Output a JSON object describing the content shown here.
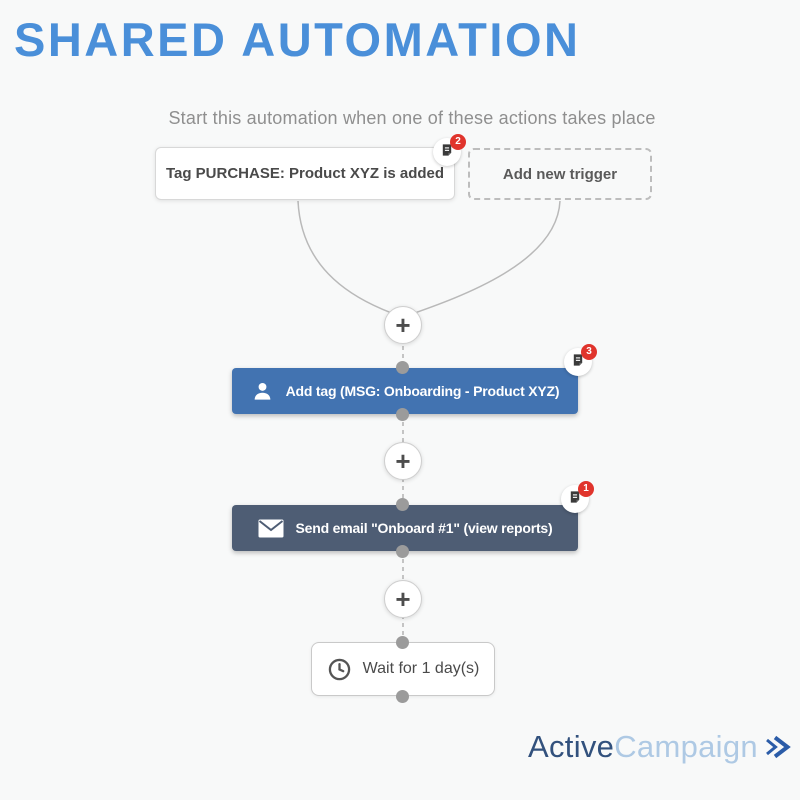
{
  "page": {
    "title": "SHARED AUTOMATION"
  },
  "flow": {
    "subtitle": "Start this automation when one of these actions takes place",
    "plus_label": "+",
    "triggers": [
      {
        "label": "Tag PURCHASE: Product XYZ is added",
        "badge_count": "2",
        "style": "solid"
      },
      {
        "label": "Add new trigger",
        "style": "dashed"
      }
    ],
    "nodes": [
      {
        "label": "Add tag (MSG: Onboarding - Product XYZ)",
        "badge_count": "3",
        "icon": "person-icon",
        "color": "#4273b1"
      },
      {
        "label": "Send email \"Onboard #1\" (view reports)",
        "badge_count": "1",
        "icon": "envelope-icon",
        "color": "#4e5d74"
      },
      {
        "label": "Wait for 1 day(s)",
        "icon": "clock-icon",
        "color": "#ffffff"
      }
    ]
  },
  "footer": {
    "brand_primary": "Active",
    "brand_secondary": "Campaign",
    "brand_icon": "double-chevron-right-icon"
  },
  "colors": {
    "title_blue": "#4a8fd9",
    "node_blue": "#4273b1",
    "node_slate": "#4e5d74",
    "badge_red": "#e0342c",
    "connector_gray": "#b3b3b3",
    "background": "#f8f9f9",
    "logo_dark": "#32517d",
    "logo_light": "#aec9e4"
  }
}
